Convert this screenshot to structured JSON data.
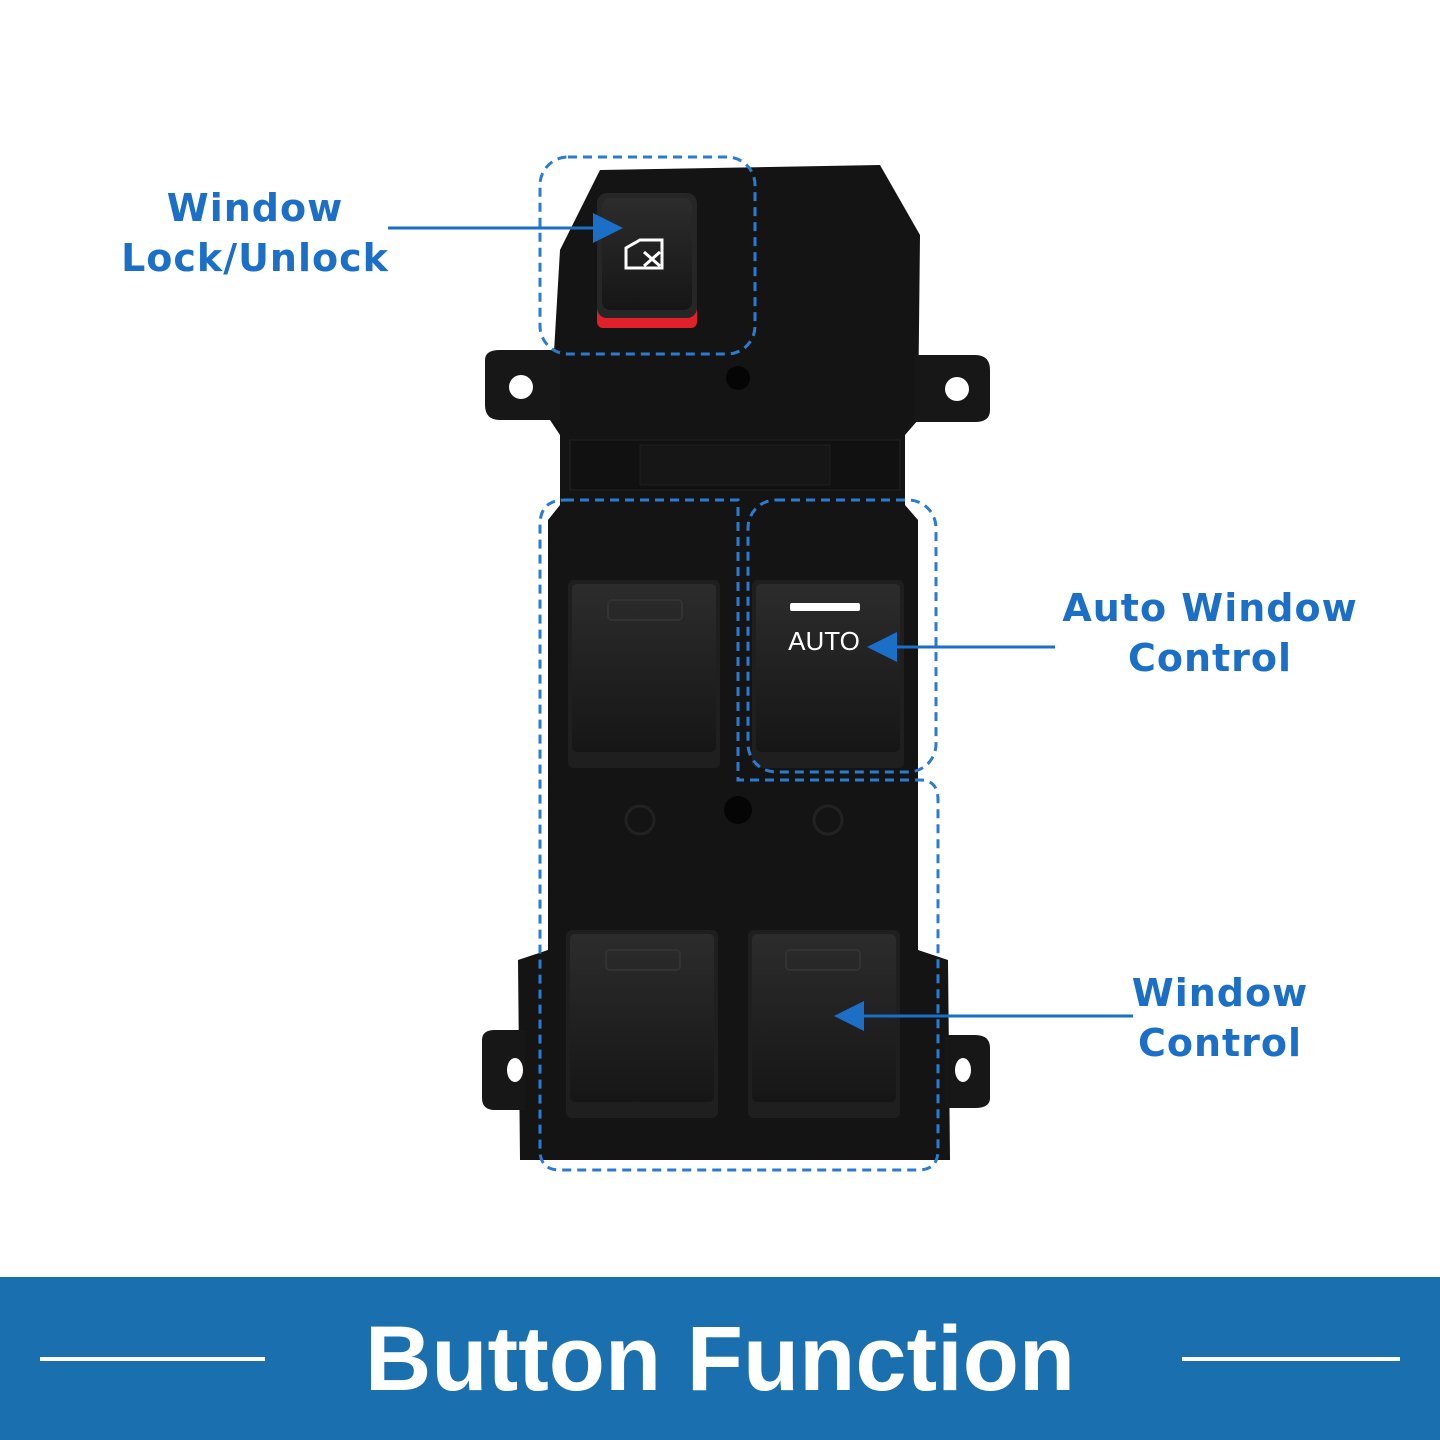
{
  "callouts": {
    "lock": {
      "line1": "Window",
      "line2": "Lock/Unlock"
    },
    "auto": {
      "line1": "Auto Window",
      "line2": "Control"
    },
    "window": {
      "line1": "Window",
      "line2": "Control"
    }
  },
  "switch": {
    "auto_label": "AUTO",
    "lock_icon": "window-lock-icon"
  },
  "banner": {
    "title": "Button Function"
  },
  "colors": {
    "accent": "#1b6fc7",
    "banner": "#1a6fae",
    "lock_red": "#e0202a",
    "body": "#141414"
  }
}
